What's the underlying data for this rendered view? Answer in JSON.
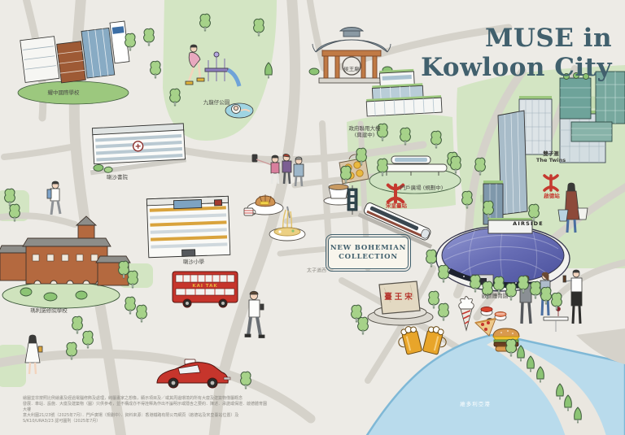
{
  "title": {
    "line1": "MUSE in",
    "line2": "Kowloon City"
  },
  "badge": {
    "line1": "NEW BOHEMIAN",
    "line2": "COLLECTION"
  },
  "labels": {
    "yew_chung": "耀中國際學校",
    "la_salle_college": "喇沙書院",
    "kowloon_tsai_park": "九龍仔公園",
    "la_salle_primary": "喇沙小學",
    "maryknoll": "瑪利諾修院學校",
    "prince_edward_road_west": "太子道西",
    "hau_wong_temple": "侯王廟",
    "govt_building_line1": "政府聯用大樓",
    "govt_building_line2": "(興建中)",
    "gateway_plaza": "門戶廣場 (規劃中)",
    "sung_wong_toi_station": "宋皇臺站",
    "kai_tak_station": "啟德站",
    "the_twins_zh": "雙子滙",
    "the_twins_en": "The Twins",
    "airside": "AIRSIDE",
    "kai_tak_sports_park": "啟德體育園",
    "sung_wong_toi_stone": "臺王宋",
    "victoria_harbour": "維多利亞港",
    "bus_side_text": "KAI TAK"
  },
  "disclaimer": {
    "lines": [
      "繪圖並非按照比例繪畫及經過電腦修飾及處理，純屬畫家之想像，顯示項目及／或其周邊環境的所有大廈及建築物僅屬概念",
      "發展．車站．設施．大廈及建築物（圖）只供參考，並不構成亦不得詮釋為作出不論明示或隱含之要約．陳述．承諾或保證．啟德體育園大樓",
      "意大利圍21/23號（2025年7月）．門戶廣場（規劃中）．資料來源：香港鐵路有限公司網頁（啟德站及宋皇臺站位置）及 S/K10/URA3/23 認可圖則（2025年7月）"
    ]
  },
  "colors": {
    "title": "#41606d",
    "mtr_red": "#c5392f",
    "badge_border": "#41606d",
    "water": "#b9dbec",
    "park_green": "#d3e5c3",
    "road": "#d5d2ca",
    "bus_red": "#c6352c",
    "stadium_purple": "#666cb4",
    "brick": "#b4693f"
  }
}
